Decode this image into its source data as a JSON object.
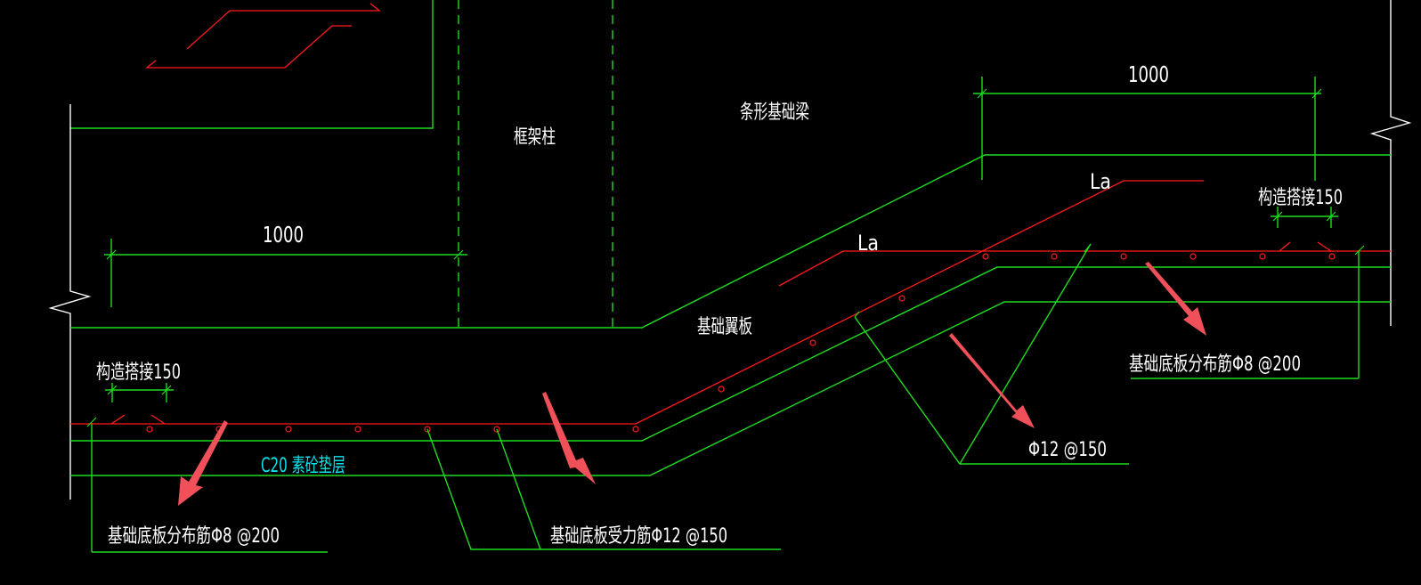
{
  "drawing": {
    "background": "#000000",
    "colors": {
      "outline": "#1fdc1f",
      "rebar": "#ff1a1a",
      "break_line": "#ffffff",
      "cushion_label": "#00e5ee",
      "arrow": "#f0505a",
      "text": "#ffffff"
    },
    "labels": {
      "frame_column": "框架柱",
      "strip_foundation_beam": "条形基础梁",
      "foundation_wing_plate": "基础翼板",
      "cushion_layer": "C20 素砼垫层",
      "anchorage_left": "La",
      "anchorage_right": "La"
    },
    "dimensions": {
      "left_span": "1000",
      "right_span": "1000",
      "left_lap": "构造搭接150",
      "right_lap": "构造搭接150"
    },
    "annotations": {
      "left_distribution_rebar": "基础底板分布筋Φ8 @200",
      "main_rebar": "基础底板受力筋Φ12 @150",
      "slope_rebar": "Φ12 @150",
      "right_distribution_rebar": "基础底板分布筋Φ8 @200"
    }
  }
}
